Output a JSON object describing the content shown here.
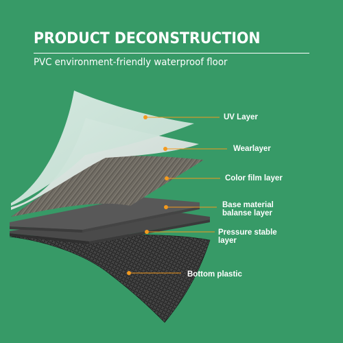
{
  "header": {
    "title": "PRODUCT DECONSTRUCTION",
    "subtitle": "PVC environment-friendly waterproof floor"
  },
  "layers": [
    {
      "label": "UV Layer"
    },
    {
      "label": "Wearlayer"
    },
    {
      "label": "Color film layer"
    },
    {
      "label": "Base material balanse layer"
    },
    {
      "label": "Pressure stable layer"
    },
    {
      "label": "Bottom plastic"
    }
  ],
  "colors": {
    "background": "#379a67",
    "text": "#ffffff",
    "callout_dot": "#f39a1e",
    "callout_line": "#f39a1e"
  }
}
